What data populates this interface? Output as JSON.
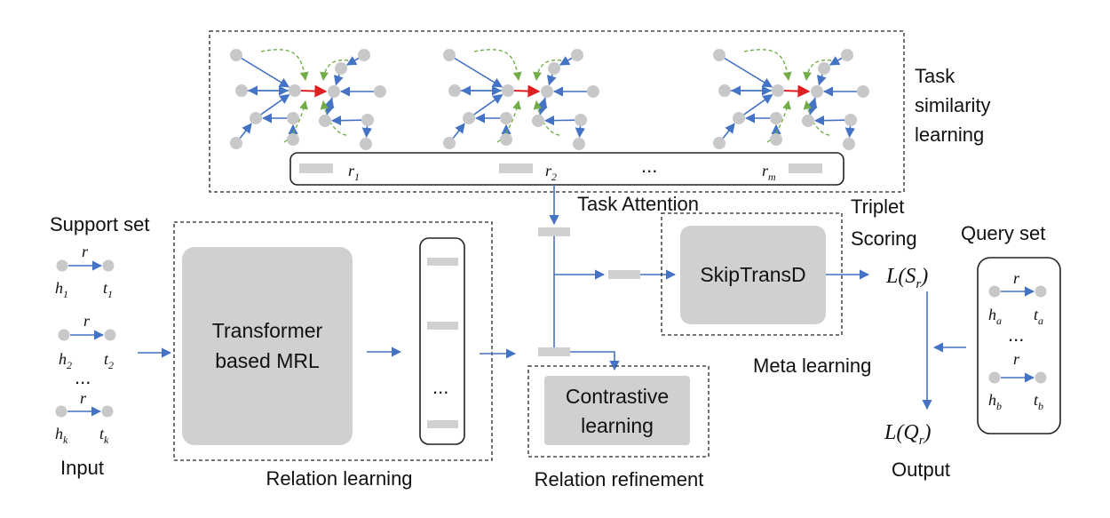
{
  "labels": {
    "task_similarity_line1": "Task",
    "task_similarity_line2": "similarity",
    "task_similarity_line3": "learning",
    "task_attention": "Task Attention",
    "support_set": "Support set",
    "input": "Input",
    "relation_learning": "Relation learning",
    "relation_refinement": "Relation refinement",
    "triplet": "Triplet",
    "scoring": "Scoring",
    "query_set": "Query set",
    "meta_learning": "Meta learning",
    "output": "Output"
  },
  "boxes": {
    "transformer_line1": "Transformer",
    "transformer_line2": "based MRL",
    "skiptransd": "SkipTransD",
    "contrastive_line1": "Contrastive",
    "contrastive_line2": "learning",
    "vector_ellipsis": "..."
  },
  "relation_bar": {
    "r1": "r",
    "r1_sub": "1",
    "r2": "r",
    "r2_sub": "2",
    "rm": "r",
    "rm_sub": "m",
    "ellipsis": "..."
  },
  "support": {
    "rel": "r",
    "h1": "h",
    "h1_sub": "1",
    "t1": "t",
    "t1_sub": "1",
    "h2": "h",
    "h2_sub": "2",
    "t2": "t",
    "t2_sub": "2",
    "hk": "h",
    "hk_sub": "k",
    "tk": "t",
    "tk_sub": "k",
    "ellipsis": "..."
  },
  "query": {
    "rel": "r",
    "ha": "h",
    "ha_sub": "a",
    "ta": "t",
    "ta_sub": "a",
    "hb": "h",
    "hb_sub": "b",
    "tb": "t",
    "tb_sub": "b",
    "ellipsis": "..."
  },
  "losses": {
    "ls_prefix": "L(",
    "ls_var": "S",
    "ls_sub": "r",
    "ls_suffix": ")",
    "lq_prefix": "L(",
    "lq_var": "Q",
    "lq_sub": "r",
    "lq_suffix": ")"
  },
  "colors": {
    "arrow_blue": "#4472c4",
    "target_red": "#e02020",
    "attention_green": "#70ad47",
    "node_gray": "#c8c8c8",
    "block_gray": "#d0d0d0"
  }
}
